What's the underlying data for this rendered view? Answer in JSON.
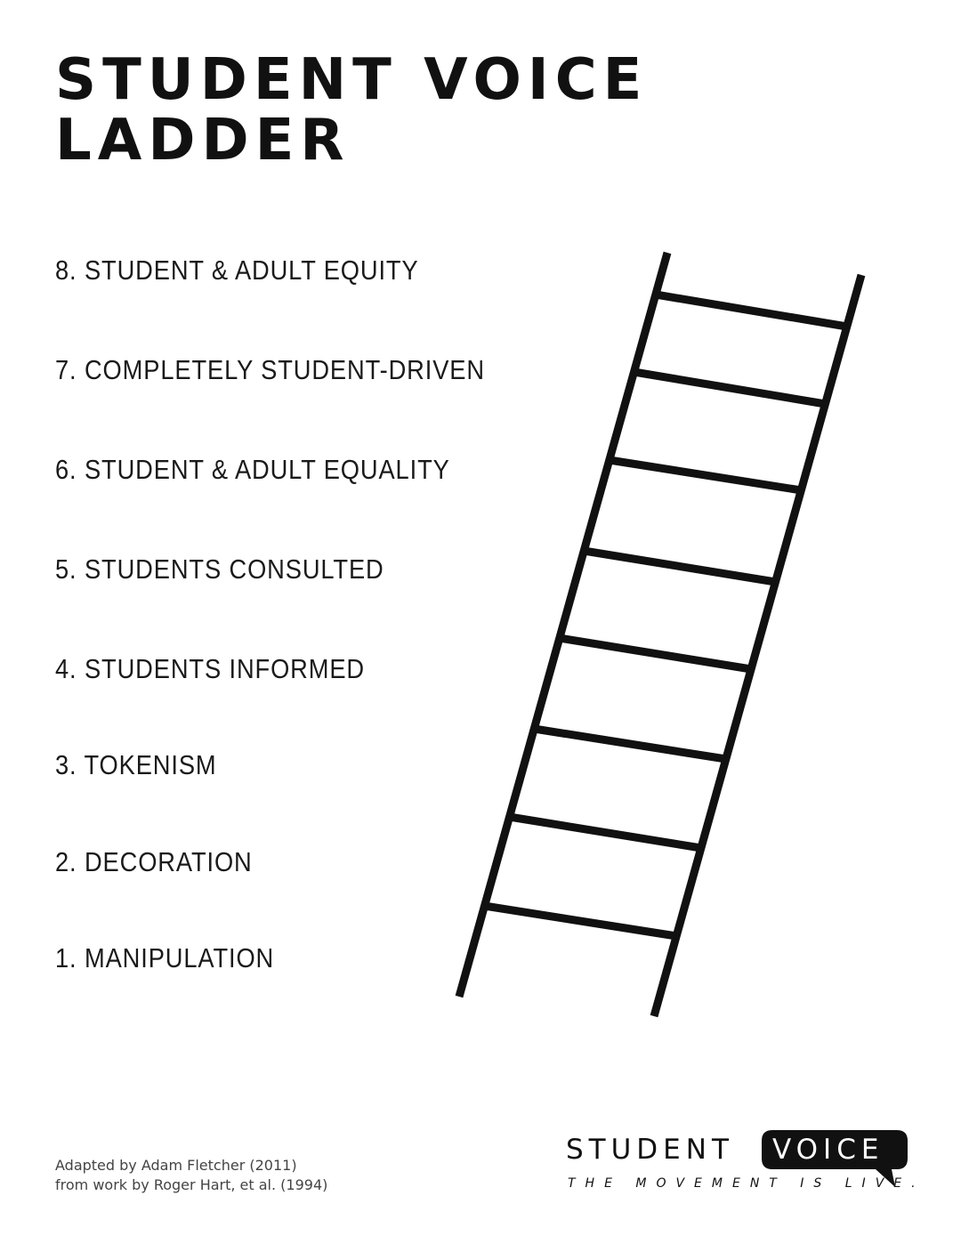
{
  "title": {
    "line1": "STUDENT VOICE",
    "line2": "LADDER"
  },
  "levels": [
    "8. STUDENT & ADULT EQUITY",
    "7. COMPLETELY STUDENT-DRIVEN",
    "6. STUDENT & ADULT EQUALITY",
    "5. STUDENTS CONSULTED",
    "4. STUDENTS INFORMED",
    "3. TOKENISM",
    "2. DECORATION",
    "1. MANIPULATION"
  ],
  "ladder": {
    "rungs": 8,
    "color": "#111111"
  },
  "credit": {
    "line1": "Adapted by Adam Fletcher (2011)",
    "line2": "from work by Roger Hart, et al. (1994)"
  },
  "logo": {
    "word_left": "STUDENT",
    "word_right": "VOICE",
    "tagline": "THE MOVEMENT IS LIVE."
  }
}
